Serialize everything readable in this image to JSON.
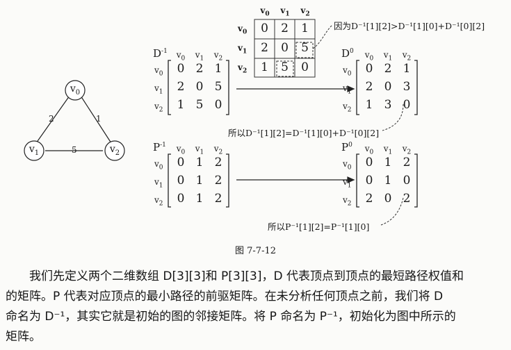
{
  "graph": {
    "vertices": [
      "v0",
      "v1",
      "v2"
    ],
    "edges": [
      {
        "from": "v0",
        "to": "v1",
        "weight": "2"
      },
      {
        "from": "v0",
        "to": "v2",
        "weight": "1"
      },
      {
        "from": "v1",
        "to": "v2",
        "weight": "5"
      }
    ]
  },
  "matrices": {
    "headers": [
      "v0",
      "v1",
      "v2"
    ],
    "d_minus1": {
      "label": "D-1",
      "rows": [
        [
          "0",
          "2",
          "1"
        ],
        [
          "2",
          "0",
          "5"
        ],
        [
          "1",
          "5",
          "0"
        ]
      ]
    },
    "d0": {
      "label": "D0",
      "rows": [
        [
          "0",
          "2",
          "1"
        ],
        [
          "2",
          "0",
          "3"
        ],
        [
          "1",
          "3",
          "0"
        ]
      ]
    },
    "p_minus1": {
      "label": "P-1",
      "rows": [
        [
          "0",
          "1",
          "2"
        ],
        [
          "0",
          "1",
          "2"
        ],
        [
          "0",
          "1",
          "2"
        ]
      ]
    },
    "p0": {
      "label": "P0",
      "rows": [
        [
          "0",
          "1",
          "2"
        ],
        [
          "0",
          "1",
          "0"
        ],
        [
          "2",
          "0",
          "2"
        ]
      ]
    },
    "grid": {
      "rows": [
        [
          "0",
          "2",
          "1"
        ],
        [
          "2",
          "0",
          "5"
        ],
        [
          "1",
          "5",
          "0"
        ]
      ]
    }
  },
  "annotations": {
    "because": "因为D⁻¹[1][2]>D⁻¹[1][0]+D⁻¹[0][2]",
    "so_d": "所以D⁻¹[1][2]=D⁻¹[1][0]+D⁻¹[0][2]",
    "so_p": "所以P⁻¹[1][2]=P⁻¹[1][0]"
  },
  "figure_caption": "图 7-7-12",
  "paragraph_lines": [
    "我们先定义两个二维数组 D[3][3]和 P[3][3]，D 代表顶点到顶点的最短路径权值和",
    "的矩阵。P 代表对应顶点的最小路径的前驱矩阵。在未分析任何顶点之前，我们将 D",
    "命名为 D⁻¹，其实它就是初始的图的邻接矩阵。将 P 命名为 P⁻¹，初始化为图中所示的",
    "矩阵。"
  ]
}
